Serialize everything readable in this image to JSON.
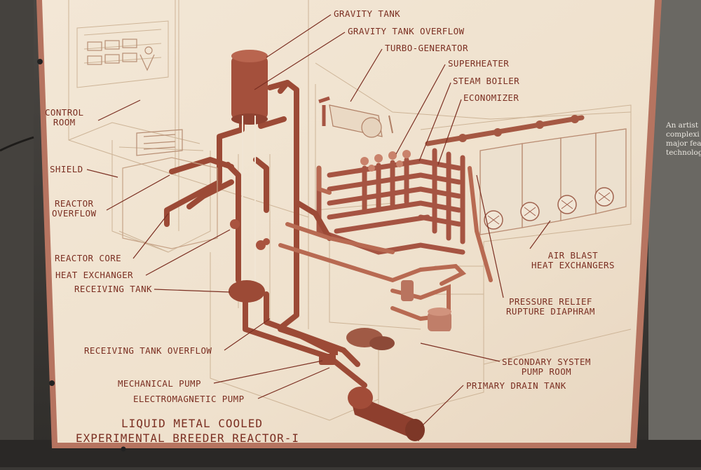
{
  "labels": {
    "gravity_tank": "GRAVITY TANK",
    "gravity_tank_overflow": "GRAVITY TANK OVERFLOW",
    "turbo_generator": "TURBO-GENERATOR",
    "superheater": "SUPERHEATER",
    "steam_boiler": "STEAM BOILER",
    "economizer": "ECONOMIZER",
    "control_room": "CONTROL\nROOM",
    "shield": "SHIELD",
    "reactor_overflow": "REACTOR\nOVERFLOW",
    "reactor_core": "REACTOR CORE",
    "heat_exchanger": "HEAT EXCHANGER",
    "receiving_tank": "RECEIVING TANK",
    "air_blast_heat_exchangers": "AIR BLAST\nHEAT EXCHANGERS",
    "pressure_relief": "PRESSURE RELIEF\nRUPTURE DIAPHRAM",
    "receiving_tank_overflow": "RECEIVING TANK OVERFLOW",
    "secondary_system_pump_room": "SECONDARY SYSTEM\nPUMP ROOM",
    "mechanical_pump": "MECHANICAL PUMP",
    "primary_drain_tank": "PRIMARY DRAIN TANK",
    "electromagnetic_pump": "ELECTROMAGNETIC PUMP"
  },
  "title": {
    "line1": "LIQUID METAL COOLED",
    "line2": "EXPERIMENTAL BREEDER REACTOR-I"
  },
  "wall_caption": {
    "text": "An artist\ncomplexi\nmajor fea\ntechnolog"
  },
  "colors": {
    "pipe": "#9c4a36",
    "label": "#7b2f22",
    "paper": "#f0e4d2",
    "frame": "#b87560"
  }
}
